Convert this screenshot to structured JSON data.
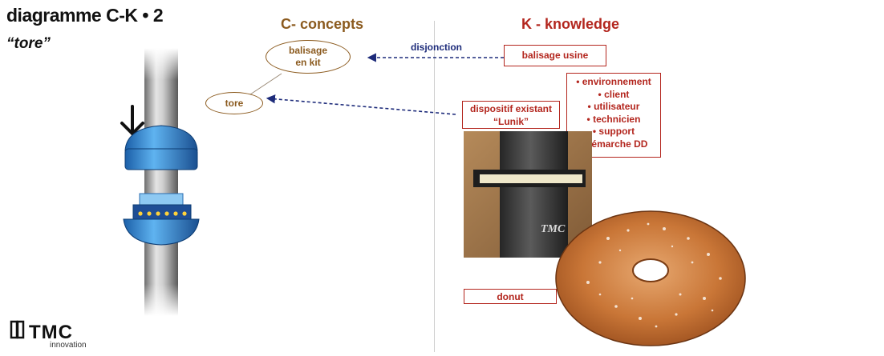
{
  "header": {
    "title": "diagramme C-K • 2",
    "subtitle": "“tore”"
  },
  "columns": {
    "c_title": "C- concepts",
    "k_title": "K - knowledge"
  },
  "concepts": {
    "balisage_kit_line1": "balisage",
    "balisage_kit_line2": "en kit",
    "tore": "tore"
  },
  "knowledge": {
    "balisage_usine": "balisage usine",
    "dispositif_line1": "dispositif existant",
    "dispositif_line2": "“Lunik”",
    "donut": "donut",
    "factors": [
      "• environnement",
      "• client",
      "• utilisateur",
      "• technicien",
      "• support",
      "• démarche DD"
    ]
  },
  "edges": {
    "disjonction_label": "disjonction"
  },
  "photo": {
    "brand_mark": "TMC"
  },
  "logo": {
    "brand": "TMC",
    "tagline": "innovation"
  },
  "colors": {
    "concept": "#8b5a1e",
    "knowledge": "#b3261e",
    "arrow": "#1d2b7a"
  }
}
